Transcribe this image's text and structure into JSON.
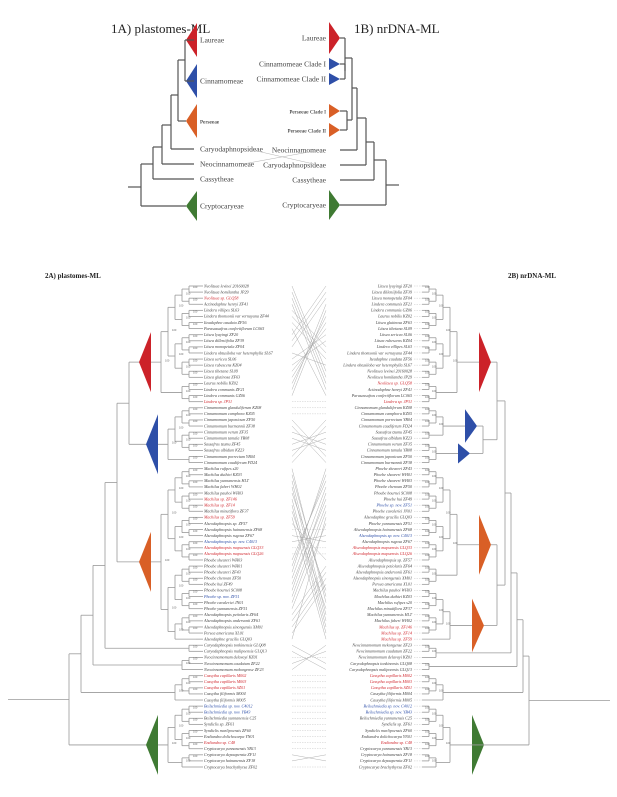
{
  "figure1": {
    "left_title": "1A) plastomes-ML",
    "right_title": "1B) nrDNA-ML",
    "left_clades": [
      {
        "label": "Laureae",
        "color": "#cc2229",
        "collapsed": true
      },
      {
        "label": "Cinnamomeae",
        "color": "#2e4fa8",
        "collapsed": true
      },
      {
        "label": "Perseeae",
        "color": "#d95f26",
        "collapsed": true,
        "bold": true
      },
      {
        "label": "Caryodaphnopsideae",
        "color": null,
        "collapsed": false
      },
      {
        "label": "Neocinnamomeae",
        "color": null,
        "collapsed": false
      },
      {
        "label": "Cassytheae",
        "color": null,
        "collapsed": false
      },
      {
        "label": "Cryptocaryeae",
        "color": "#3f7a33",
        "collapsed": true
      }
    ],
    "right_clades": [
      {
        "label": "Laureae",
        "color": "#cc2229",
        "collapsed": true
      },
      {
        "label": "Cinnamomeae Clade I",
        "color": "#2e4fa8",
        "collapsed": true
      },
      {
        "label": "Cinnamomeae Clade II",
        "color": "#2e4fa8",
        "collapsed": true
      },
      {
        "label": "Perseeae Clade I",
        "color": "#d95f26",
        "collapsed": true,
        "bold": true
      },
      {
        "label": "Perseeae Clade II",
        "color": "#d95f26",
        "collapsed": true,
        "bold": true
      },
      {
        "label": "Neocinnamomeae",
        "color": null,
        "collapsed": false
      },
      {
        "label": "Caryodaphnopsideae",
        "color": null,
        "collapsed": false
      },
      {
        "label": "Cassytheae",
        "color": null,
        "collapsed": false
      },
      {
        "label": "Cryptocaryeae",
        "color": "#3f7a33",
        "collapsed": true
      }
    ]
  },
  "figure2": {
    "left_title": "2A) plastomes-ML",
    "right_title": "2B) nrDNA-ML",
    "colors": {
      "black": "#444444",
      "red": "#d0262d",
      "blue": "#2e4fa8",
      "laureae": "#cc2229",
      "cinnamomeae": "#2e4fa8",
      "perseeae": "#d95f26",
      "cryptocaryeae": "#3f7a33"
    },
    "left_taxa": [
      {
        "name": "Neolitsea levinei 20160028",
        "c": "black"
      },
      {
        "name": "Neolitsea homilantha JP29",
        "c": "black"
      },
      {
        "name": "Neolitsea sp. GLQ58",
        "c": "red"
      },
      {
        "name": "Actinodaphne henryi ZF41",
        "c": "black"
      },
      {
        "name": "Lindera villipes SL63",
        "c": "black"
      },
      {
        "name": "Lindera thomsonii var vernayana ZF44",
        "c": "black"
      },
      {
        "name": "Iteadaphne caudata ZF56",
        "c": "black"
      },
      {
        "name": "Parasassafras confertiflorum LC065",
        "c": "black"
      },
      {
        "name": "Litsea lyayingi ZF20",
        "c": "black"
      },
      {
        "name": "Litsea dilleniifolia ZF39",
        "c": "black"
      },
      {
        "name": "Litsea monopetala ZF04",
        "c": "black"
      },
      {
        "name": "Lindera obtusiloba var heterophylla SL67",
        "c": "black"
      },
      {
        "name": "Litsea sericea SL06",
        "c": "black"
      },
      {
        "name": "Litsea rubescens KZ04",
        "c": "black"
      },
      {
        "name": "Litsea tibetana SL09",
        "c": "black"
      },
      {
        "name": "Litsea glutinosa ZF63",
        "c": "black"
      },
      {
        "name": "Laurus nobilis KZ02",
        "c": "black"
      },
      {
        "name": "Lindera communis ZF21",
        "c": "black"
      },
      {
        "name": "Lindera communis GZ06",
        "c": "black"
      },
      {
        "name": "Lindera sp. JP31",
        "c": "red"
      },
      {
        "name": "Cinnamomum glanduliferum KZ08",
        "c": "black"
      },
      {
        "name": "Cinnamomum camphora KZ05",
        "c": "black"
      },
      {
        "name": "Cinnamomum japonicum ZF50",
        "c": "black"
      },
      {
        "name": "Cinnamomum burmannii ZF38",
        "c": "black"
      },
      {
        "name": "Cinnamomum verum ZF35",
        "c": "black"
      },
      {
        "name": "Cinnamomum tamala YB08",
        "c": "black"
      },
      {
        "name": "Sassafras tzumu ZF45",
        "c": "black"
      },
      {
        "name": "Sassafras albidum KZ23",
        "c": "black"
      },
      {
        "name": "Cinnamomum porrectum YB04",
        "c": "black"
      },
      {
        "name": "Cinnamomum caudiferum FD24",
        "c": "black"
      },
      {
        "name": "Machilus rufipes s20",
        "c": "black"
      },
      {
        "name": "Machilus duthiei KZ03",
        "c": "black"
      },
      {
        "name": "Machilus yunnanensis HLT",
        "c": "black"
      },
      {
        "name": "Machilus faberi WH02",
        "c": "black"
      },
      {
        "name": "Machilus pauhoi WH03",
        "c": "black"
      },
      {
        "name": "Machilus sp. ZF146",
        "c": "red"
      },
      {
        "name": "Machilus sp. ZF14",
        "c": "red"
      },
      {
        "name": "Machilus minutiflora ZF37",
        "c": "black"
      },
      {
        "name": "Machilus sp. ZF59",
        "c": "red"
      },
      {
        "name": "Alseodaphnopsis sp. ZF57",
        "c": "black"
      },
      {
        "name": "Alseodaphnopsis hainanensis ZF68",
        "c": "black"
      },
      {
        "name": "Alseodaphnopsis rugosa ZF67",
        "c": "black"
      },
      {
        "name": "Alseodaphnopsis sp. nov. C4013",
        "c": "blue"
      },
      {
        "name": "Alseodaphnopsis mapuensis GLQ33",
        "c": "red"
      },
      {
        "name": "Alseodaphnopsis mapuensis GLQ26",
        "c": "red"
      },
      {
        "name": "Phoebe sheareri WH03",
        "c": "black"
      },
      {
        "name": "Phoebe sheareri WH01",
        "c": "black"
      },
      {
        "name": "Phoebe sheareri ZF43",
        "c": "black"
      },
      {
        "name": "Phoebe chenoan ZF50",
        "c": "black"
      },
      {
        "name": "Phoebe hui ZF49",
        "c": "black"
      },
      {
        "name": "Phoebe hournei SC008",
        "c": "black"
      },
      {
        "name": "Phoebe sp. nov. ZF51",
        "c": "blue"
      },
      {
        "name": "Phoebe cavaleriei JN01",
        "c": "black"
      },
      {
        "name": "Phoebe yunnanensis ZF51",
        "c": "black"
      },
      {
        "name": "Alseodaphnopsis petiolaris ZF64",
        "c": "black"
      },
      {
        "name": "Alseodaphnopsis andersonii ZF61",
        "c": "black"
      },
      {
        "name": "Alseodaphnopsis sinongensis XM01",
        "c": "black"
      },
      {
        "name": "Persea americana XL01",
        "c": "black"
      },
      {
        "name": "Alseodaphne gracilis GLQ03",
        "c": "black"
      },
      {
        "name": "Caryodaphnopsis tonkinensis GLQ08",
        "c": "black"
      },
      {
        "name": "Caryodaphnopsis malipoensis GLQ13",
        "c": "black"
      },
      {
        "name": "Neocinnamomum delavayi KZ01",
        "c": "black"
      },
      {
        "name": "Neocinnamomum caudatum ZF22",
        "c": "black"
      },
      {
        "name": "Neocinnamomum mekongense ZF23",
        "c": "black"
      },
      {
        "name": "Cassytha capillaris M002",
        "c": "red"
      },
      {
        "name": "Cassytha capillaris M003",
        "c": "red"
      },
      {
        "name": "Cassytha capillaris SZ01",
        "c": "red"
      },
      {
        "name": "Cassytha filiformis M004",
        "c": "black"
      },
      {
        "name": "Cassytha filiformis M005",
        "c": "black"
      },
      {
        "name": "Beilschmiedia sp. nov. C4012",
        "c": "blue"
      },
      {
        "name": "Beilschmiedia sp. nov. YB43",
        "c": "blue"
      },
      {
        "name": "Beilschmiedia yunnanensis C25",
        "c": "black"
      },
      {
        "name": "Syndiclis sp. ZF61",
        "c": "black"
      },
      {
        "name": "Syndiclis marlipoensis ZF60",
        "c": "black"
      },
      {
        "name": "Endiandra dolichocarpa YN01",
        "c": "black"
      },
      {
        "name": "Endiandra sp. C48",
        "c": "red"
      },
      {
        "name": "Cryptocarya yunnanensis YB13",
        "c": "black"
      },
      {
        "name": "Cryptocarya depauperata ZF11",
        "c": "black"
      },
      {
        "name": "Cryptocarya hainanensis ZF18",
        "c": "black"
      },
      {
        "name": "Cryptocarya brachythyrsa ZF02",
        "c": "black"
      }
    ],
    "right_taxa": [
      {
        "name": "Litsea lyayingi ZF20",
        "c": "black"
      },
      {
        "name": "Litsea dilleniifolia ZF39",
        "c": "black"
      },
      {
        "name": "Litsea monopetala ZF04",
        "c": "black"
      },
      {
        "name": "Lindera communis ZF21",
        "c": "black"
      },
      {
        "name": "Lindera communis GZ06",
        "c": "black"
      },
      {
        "name": "Laurus nobilis KZ02",
        "c": "black"
      },
      {
        "name": "Litsea glutinosa ZF63",
        "c": "black"
      },
      {
        "name": "Litsea tibetana SL09",
        "c": "black"
      },
      {
        "name": "Litsea sericea SL06",
        "c": "black"
      },
      {
        "name": "Litsea rubescens KZ04",
        "c": "black"
      },
      {
        "name": "Lindera villipes SL63",
        "c": "black"
      },
      {
        "name": "Lindera thomsonii var vernayana ZF44",
        "c": "black"
      },
      {
        "name": "Iteadaphne caudata ZF56",
        "c": "black"
      },
      {
        "name": "Lindera obtusiloba var heterophylla SL67",
        "c": "black"
      },
      {
        "name": "Neolitsea levinei 20160028",
        "c": "black"
      },
      {
        "name": "Neolitsea homilantha JP29",
        "c": "black"
      },
      {
        "name": "Neolitsea sp. GLQ58",
        "c": "red"
      },
      {
        "name": "Actinodaphne henryi ZF41",
        "c": "black"
      },
      {
        "name": "Parasassafras confertiflorum LC065",
        "c": "black"
      },
      {
        "name": "Lindera sp. JP31",
        "c": "red"
      },
      {
        "name": "Cinnamomum glanduliferum KZ08",
        "c": "black"
      },
      {
        "name": "Cinnamomum camphora KZ05",
        "c": "black"
      },
      {
        "name": "Cinnamomum porrectum YB04",
        "c": "black"
      },
      {
        "name": "Cinnamomum caudiferum FD24",
        "c": "black"
      },
      {
        "name": "Sassafras tzumu ZF45",
        "c": "black"
      },
      {
        "name": "Sassafras albidum KZ23",
        "c": "black"
      },
      {
        "name": "Cinnamomum verum ZF35",
        "c": "black"
      },
      {
        "name": "Cinnamomum tamala YB08",
        "c": "black"
      },
      {
        "name": "Cinnamomum japonicum ZF50",
        "c": "black"
      },
      {
        "name": "Cinnamomum burmannii ZF38",
        "c": "black"
      },
      {
        "name": "Phoebe sheareri ZF43",
        "c": "black"
      },
      {
        "name": "Phoebe sheareri WH01",
        "c": "black"
      },
      {
        "name": "Phoebe sheareri WH03",
        "c": "black"
      },
      {
        "name": "Phoebe chenoan ZF50",
        "c": "black"
      },
      {
        "name": "Phoebe hournei SC008",
        "c": "black"
      },
      {
        "name": "Phoebe hui ZF49",
        "c": "black"
      },
      {
        "name": "Phoebe sp. nov. ZF51",
        "c": "blue"
      },
      {
        "name": "Phoebe cavaleriei JN01",
        "c": "black"
      },
      {
        "name": "Alseodaphne gracilis GLQ03",
        "c": "black"
      },
      {
        "name": "Phoebe yunnanensis ZF51",
        "c": "black"
      },
      {
        "name": "Alseodaphnopsis hainanensis ZF68",
        "c": "black"
      },
      {
        "name": "Alseodaphnopsis sp. nov. C4013",
        "c": "blue"
      },
      {
        "name": "Alseodaphnopsis rugosa ZF67",
        "c": "black"
      },
      {
        "name": "Alseodaphnopsis mapuensis GLQ33",
        "c": "red"
      },
      {
        "name": "Alseodaphnopsis mapuensis GLQ26",
        "c": "red"
      },
      {
        "name": "Alseodaphnopsis sp. ZF57",
        "c": "black"
      },
      {
        "name": "Alseodaphnopsis petiolaris ZF64",
        "c": "black"
      },
      {
        "name": "Alseodaphnopsis andersonii ZF61",
        "c": "black"
      },
      {
        "name": "Alseodaphnopsis sinongensis XM01",
        "c": "black"
      },
      {
        "name": "Persea americana XL01",
        "c": "black"
      },
      {
        "name": "Machilus pauhoi WH03",
        "c": "black"
      },
      {
        "name": "Machilus duthiei KZ03",
        "c": "black"
      },
      {
        "name": "Machilus rufipes s20",
        "c": "black"
      },
      {
        "name": "Machilus minutiflora ZF37",
        "c": "black"
      },
      {
        "name": "Machilus yunnanensis HLT",
        "c": "black"
      },
      {
        "name": "Machilus faberi WH02",
        "c": "black"
      },
      {
        "name": "Machilus sp. ZF146",
        "c": "red"
      },
      {
        "name": "Machilus sp. ZF14",
        "c": "red"
      },
      {
        "name": "Machilus sp. ZF59",
        "c": "red"
      },
      {
        "name": "Neocinnamomum mekongense ZF23",
        "c": "black"
      },
      {
        "name": "Neocinnamomum caudatum ZF22",
        "c": "black"
      },
      {
        "name": "Neocinnamomum delavayi KZ01",
        "c": "black"
      },
      {
        "name": "Caryodaphnopsis tonkinensis GLQ08",
        "c": "black"
      },
      {
        "name": "Caryodaphnopsis malipoensis GLQ13",
        "c": "black"
      },
      {
        "name": "Cassytha capillaris M002",
        "c": "red"
      },
      {
        "name": "Cassytha capillaris M003",
        "c": "red"
      },
      {
        "name": "Cassytha capillaris SZ01",
        "c": "red"
      },
      {
        "name": "Cassytha filiformis M004",
        "c": "black"
      },
      {
        "name": "Cassytha filiformis M005",
        "c": "black"
      },
      {
        "name": "Beilschmiedia sp. nov. C4012",
        "c": "blue"
      },
      {
        "name": "Beilschmiedia sp. nov. YB43",
        "c": "blue"
      },
      {
        "name": "Beilschmiedia yunnanensis C25",
        "c": "black"
      },
      {
        "name": "Syndiclis sp. ZF61",
        "c": "black"
      },
      {
        "name": "Syndiclis marlipoensis ZF60",
        "c": "black"
      },
      {
        "name": "Endiandra dolichocarpa YN01",
        "c": "black"
      },
      {
        "name": "Endiandra sp. C48",
        "c": "red"
      },
      {
        "name": "Cryptocarya yunnanensis YB13",
        "c": "black"
      },
      {
        "name": "Cryptocarya hainanensis ZF18",
        "c": "black"
      },
      {
        "name": "Cryptocarya depauperata ZF11",
        "c": "black"
      },
      {
        "name": "Cryptocarya brachythyrsa ZF02",
        "c": "black"
      }
    ],
    "left_groups": [
      {
        "clade": "laureae",
        "from": 0,
        "to": 19
      },
      {
        "clade": "cinnamomeae",
        "from": 20,
        "to": 29
      },
      {
        "clade": "perseeae",
        "from": 30,
        "to": 58
      },
      {
        "clade": "cryptocaryeae",
        "from": 69,
        "to": 79
      }
    ],
    "right_groups": [
      {
        "clade": "laureae",
        "from": 0,
        "to": 19
      },
      {
        "clade": "cinnamomeae",
        "from": 20,
        "to": 25
      },
      {
        "clade": "cinnamomeae",
        "from": 26,
        "to": 29
      },
      {
        "clade": "perseeae",
        "from": 30,
        "to": 49
      },
      {
        "clade": "perseeae",
        "from": 50,
        "to": 58
      },
      {
        "clade": "cryptocaryeae",
        "from": 69,
        "to": 79
      }
    ]
  }
}
